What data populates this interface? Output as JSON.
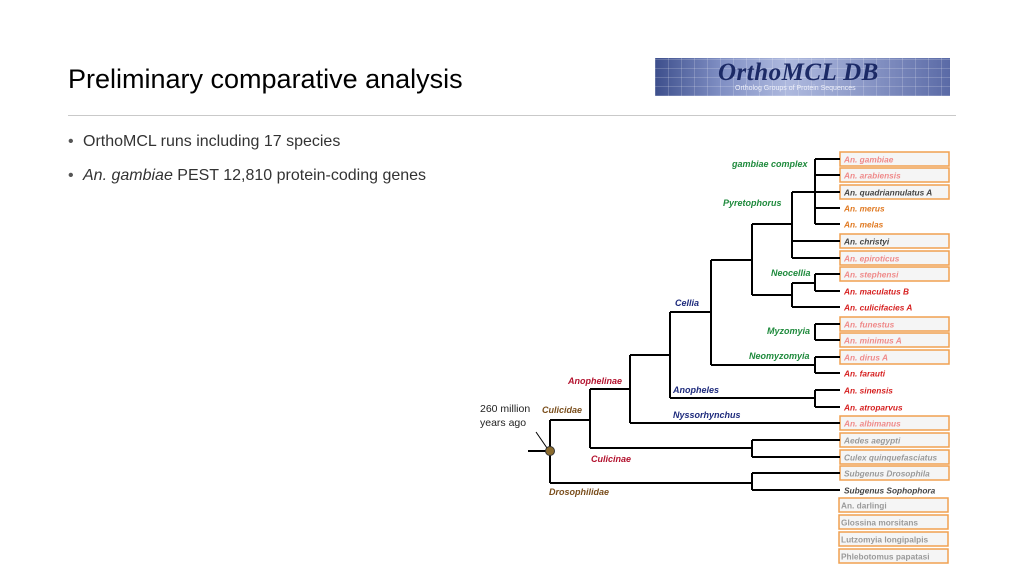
{
  "slide": {
    "title": "Preliminary comparative analysis",
    "logo": {
      "name": "OrthoMCL DB",
      "subtitle": "Ortholog Groups of Protein Sequences"
    },
    "bullets": [
      {
        "italic": "",
        "text": "OrthoMCL runs including 17 species"
      },
      {
        "italic": "An. gambiae",
        "text": " PEST 12,810 protein-coding genes"
      }
    ]
  },
  "tree": {
    "root_note": [
      "260 million",
      "years ago"
    ],
    "clade_labels": {
      "gambiae_complex": "gambiae complex",
      "pyretophorus": "Pyretophorus",
      "neocellia": "Neocellia",
      "cellia": "Cellia",
      "myzomyia": "Myzomyia",
      "neomyzomyia": "Neomyzomyia",
      "anophelinae": "Anophelinae",
      "anopheles": "Anopheles",
      "culicidae": "Culicidae",
      "nyssorhynchus": "Nyssorhynchus",
      "culicinae": "Culicinae",
      "drosophilidae": "Drosophilidae"
    },
    "taxa": [
      "An. gambiae",
      "An. arabiensis",
      "An. quadriannulatus A",
      "An. merus",
      "An. melas",
      "An. christyi",
      "An. epiroticus",
      "An. stephensi",
      "An. maculatus B",
      "An. culicifacies A",
      "An. funestus",
      "An. minimus A",
      "An. dirus A",
      "An. farauti",
      "An. sinensis",
      "An. atroparvus",
      "An. albimanus",
      "Aedes aegypti",
      "Culex quinquefasciatus",
      "Subgenus Drosophila",
      "Subgenus Sophophora",
      "An. darlingi",
      "Glossina morsitans",
      "Lutzomyia longipalpis",
      "Phlebotomus papatasi"
    ],
    "colors": {
      "branch": "#000000",
      "box": "#f0a050",
      "box_fill": "#f5f5f5",
      "green": "#1e8a3c",
      "navy": "#1d2a7c",
      "red": "#b3122e",
      "brown": "#7a4e1c",
      "red_text": "#d61f1f",
      "orange_text": "#e0781f",
      "pink_text": "#ef8a8a",
      "gray_text": "#9a9a9a",
      "dark_text": "#444444",
      "node": "#8b6b2e"
    }
  }
}
